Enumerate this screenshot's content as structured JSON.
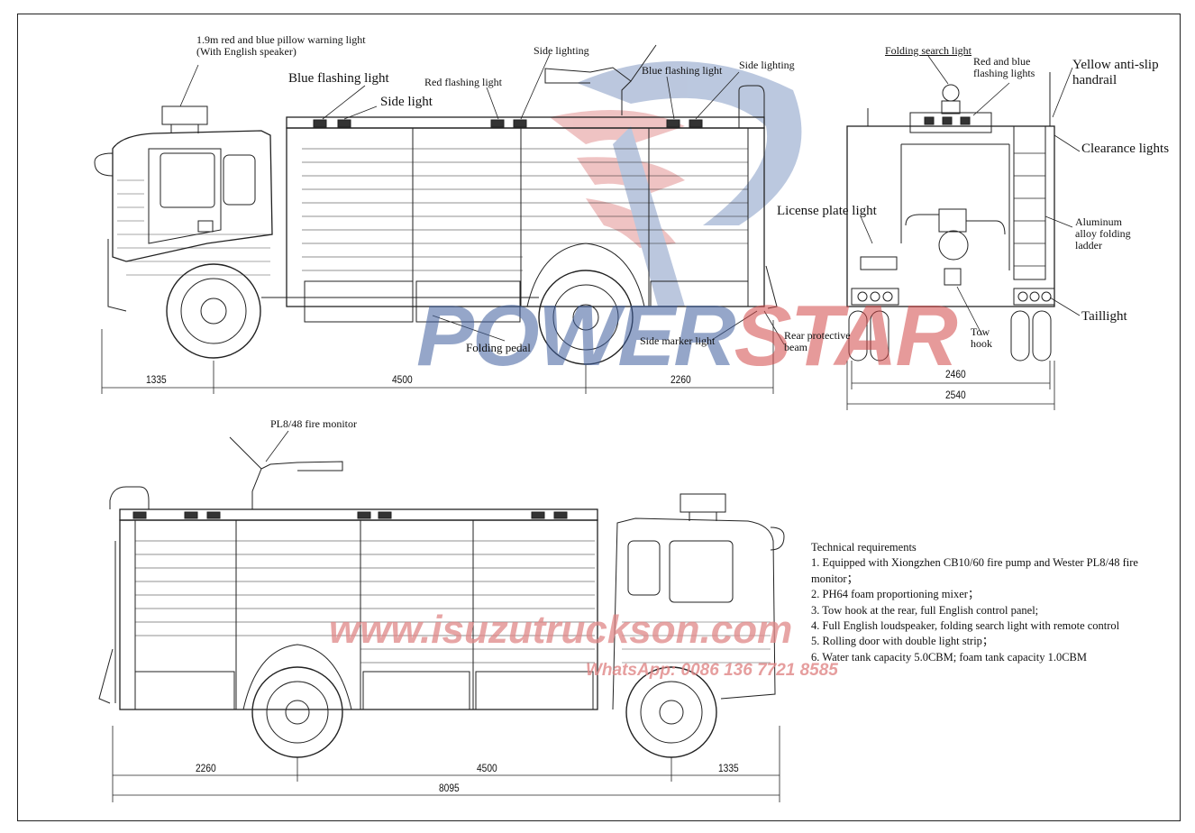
{
  "watermark": {
    "brand_part1": "POWER",
    "brand_part2": "STAR",
    "url": "www.isuzutruckson.com",
    "whatsapp": "WhatsApp: 0086 136 7721 8585",
    "colors": {
      "blue": "#3f5f9e",
      "red": "#d24848",
      "pink": "#e08787"
    }
  },
  "side_view_top": {
    "labels": {
      "pillow_light": "1.9m red and blue pillow warning light (With English speaker)",
      "blue_flashing_1": "Blue flashing light",
      "side_light": "Side light",
      "red_flashing": "Red flashing light",
      "side_lighting_1": "Side lighting",
      "blue_flashing_2": "Blue flashing light",
      "side_lighting_2": "Side lighting",
      "folding_pedal": "Folding pedal",
      "side_marker": "Side marker light",
      "rear_beam": "Rear protective beam"
    },
    "dimensions": [
      "1335",
      "4500",
      "2260"
    ]
  },
  "rear_view": {
    "labels": {
      "folding_search": "Folding search light",
      "red_blue_flashing": "Red and blue flashing lights",
      "handrail": "Yellow anti-slip handrail",
      "clearance": "Clearance lights",
      "license_plate": "License plate light",
      "ladder": "Aluminum alloy folding ladder",
      "taillight": "Taillight",
      "tow_hook": "Tow hook"
    },
    "dimensions": [
      "2460",
      "2540"
    ]
  },
  "side_view_bottom": {
    "labels": {
      "fire_monitor": "PL8/48 fire monitor"
    },
    "dimensions": [
      "2260",
      "4500",
      "1335",
      "8095"
    ]
  },
  "technical": {
    "title": "Technical requirements",
    "items": [
      "1. Equipped with Xiongzhen CB10/60 fire pump and Wester PL8/48 fire monitor；",
      "2. PH64 foam proportioning mixer；",
      "3. Tow hook at the rear, full English control panel;",
      "4. Full English loudspeaker, folding search light with remote control",
      "5. Rolling door with double light strip；",
      "6. Water tank capacity 5.0CBM; foam tank capacity 1.0CBM"
    ]
  }
}
